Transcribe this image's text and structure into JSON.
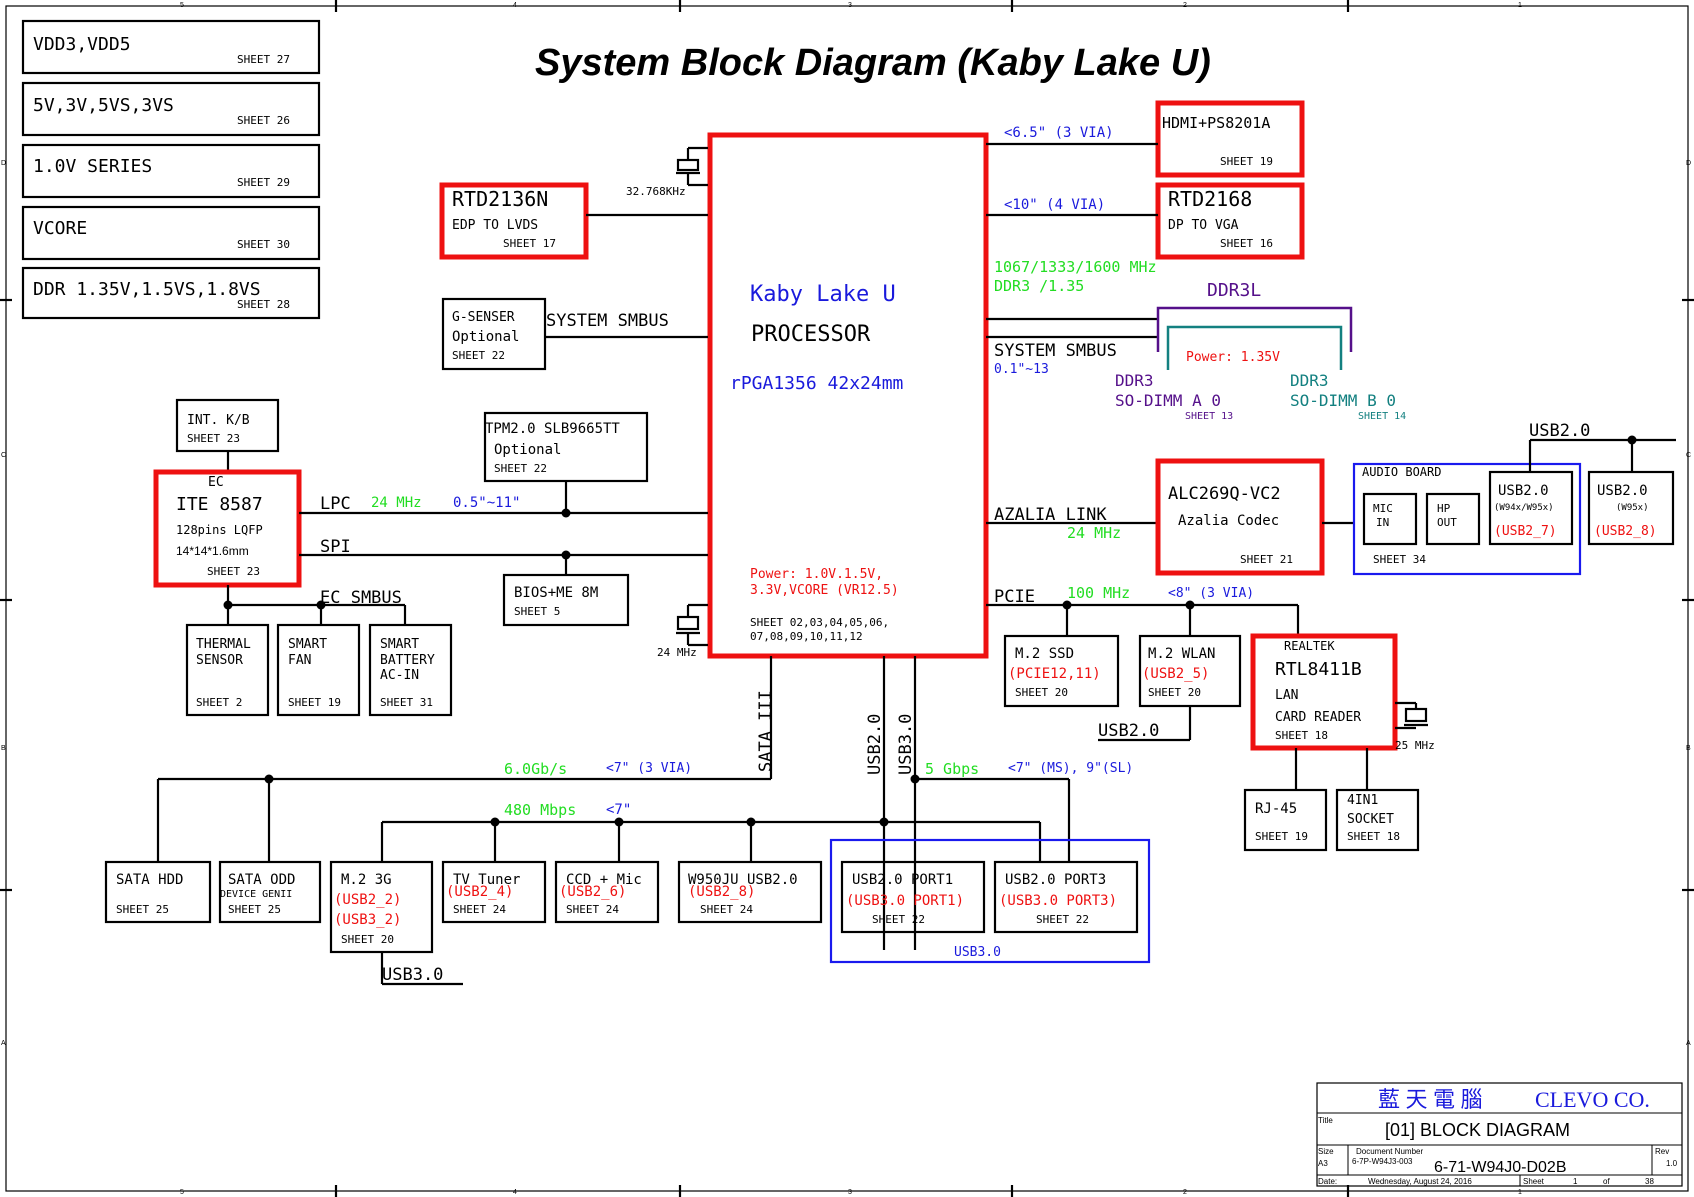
{
  "title": "System Block Diagram (Kaby Lake U)",
  "colors": {
    "red": "#ee1111",
    "blue": "#1a1adc",
    "green": "#22dd22",
    "purple": "#55108a",
    "teal": "#138080",
    "navy": "#111199"
  },
  "border": {
    "top_numbers": [
      "5",
      "4",
      "3",
      "2",
      "1"
    ],
    "bottom_numbers": [
      "5",
      "4",
      "3",
      "2",
      "1"
    ],
    "left_letters": [
      "D",
      "C",
      "B",
      "A"
    ],
    "right_letters": [
      "D",
      "C",
      "B",
      "A"
    ]
  },
  "power": [
    {
      "name": "VDD3,VDD5",
      "sheet": "SHEET 27"
    },
    {
      "name": "5V,3V,5VS,3VS",
      "sheet": "SHEET 26"
    },
    {
      "name": "1.0V SERIES",
      "sheet": "SHEET 29"
    },
    {
      "name": "VCORE",
      "sheet": "SHEET 30"
    },
    {
      "name": "DDR 1.35V,1.5VS,1.8VS",
      "sheet": "SHEET 28"
    }
  ],
  "cpu": {
    "name": "Kaby Lake U",
    "type": "PROCESSOR",
    "package": "rPGA1356 42x24mm",
    "power1": "Power: 1.0V.1.5V,",
    "power2": "3.3V,VCORE (VR12.5)",
    "sheets1": "SHEET 02,03,04,05,06,",
    "sheets2": "07,08,09,10,11,12",
    "xtal_top": "32.768KHz",
    "xtal_bottom": "24 MHz"
  },
  "rtd2136n": {
    "name": "RTD2136N",
    "desc": "EDP TO LVDS",
    "sheet": "SHEET 17"
  },
  "gsensor": {
    "name": "G-SENSER",
    "opt": "Optional",
    "sheet": "SHEET 22",
    "bus": "SYSTEM SMBUS"
  },
  "intkb": {
    "name": "INT. K/B",
    "sheet": "SHEET 23"
  },
  "ec": {
    "label": "EC",
    "name": "ITE 8587",
    "pkg": "128pins LQFP",
    "dim": "14*14*1.6mm",
    "sheet": "SHEET 23"
  },
  "tpm": {
    "name": "TPM2.0 SLB9665TT",
    "opt": "Optional",
    "sheet": "SHEET 22"
  },
  "lpc": {
    "name": "LPC",
    "freq": "24 MHz",
    "len": "0.5\"~11\""
  },
  "spi": "SPI",
  "bios": {
    "name": "BIOS+ME 8M",
    "sheet": "SHEET 5"
  },
  "ecsmbus": "EC SMBUS",
  "thermal": {
    "l1": "THERMAL",
    "l2": "SENSOR",
    "sheet": "SHEET 2"
  },
  "fan": {
    "l1": "SMART",
    "l2": "FAN",
    "sheet": "SHEET 19"
  },
  "battery": {
    "l1": "SMART",
    "l2": "BATTERY",
    "l3": "AC-IN",
    "sheet": "SHEET 31"
  },
  "hdmi": {
    "name": "HDMI+PS8201A",
    "sheet": "SHEET 19",
    "len": "<6.5\" (3 VIA)"
  },
  "rtd2168": {
    "name": "RTD2168",
    "desc": "DP TO VGA",
    "sheet": "SHEET 16",
    "len": "<10\" (4 VIA)"
  },
  "ddr": {
    "freq": "1067/1333/1600 MHz",
    "volt": "DDR3 /1.35",
    "ddr3l": "DDR3L",
    "smbus": "SYSTEM SMBUS",
    "smlen": "0.1\"~13",
    "power": "Power: 1.35V",
    "a1": "DDR3",
    "a2": "SO-DIMM A 0",
    "asheet": "SHEET 13",
    "b1": "DDR3",
    "b2": "SO-DIMM B 0",
    "bsheet": "SHEET 14"
  },
  "azalia": {
    "name": "AZALIA LINK",
    "freq": "24 MHz"
  },
  "codec": {
    "name": "ALC269Q-VC2",
    "desc": "Azalia Codec",
    "sheet": "SHEET 21"
  },
  "audio": {
    "title": "AUDIO BOARD",
    "mic1": "MIC",
    "mic2": "IN",
    "hp1": "HP",
    "hp2": "OUT",
    "sheet": "SHEET 34",
    "usb_name": "USB2.0",
    "usb_model": "(W94x/W95x)",
    "usb_port": "(USB2_7)"
  },
  "usb_right": {
    "top": "USB2.0",
    "name": "USB2.0",
    "model": "(W95x)",
    "port": "(USB2_8)"
  },
  "pcie": {
    "name": "PCIE",
    "freq": "100 MHz",
    "len": "<8\" (3 VIA)"
  },
  "ssd": {
    "name": "M.2 SSD",
    "port": "(PCIE12,11)",
    "sheet": "SHEET 20"
  },
  "wlan": {
    "name": "M.2 WLAN",
    "port": "(USB2_5)",
    "sheet": "SHEET 20",
    "bus": "USB2.0"
  },
  "realtek": {
    "vendor": "REALTEK",
    "name": "RTL8411B",
    "l1": "LAN",
    "l2": "CARD READER",
    "sheet": "SHEET 18",
    "xtal": "25 MHz"
  },
  "rj45": {
    "name": "RJ-45",
    "sheet": "SHEET 19"
  },
  "socket": {
    "l1": "4IN1",
    "l2": "SOCKET",
    "sheet": "SHEET 18"
  },
  "sata": {
    "bus": "SATA III",
    "speed": "6.0Gb/s",
    "len": "<7\" (3 VIA)"
  },
  "usbbus": {
    "usb2": "USB2.0",
    "usb3": "USB3.0",
    "speed": "5 Gbps",
    "len": "<7\" (MS), 9\"(SL)",
    "speed2": "480 Mbps",
    "len2": "<7\""
  },
  "hdd": {
    "name": "SATA HDD",
    "sheet": "SHEET 25"
  },
  "odd": {
    "name": "SATA ODD",
    "desc": "DEVICE GENII",
    "sheet": "SHEET 25"
  },
  "m23g": {
    "name": "M.2 3G",
    "p1": "(USB2_2)",
    "p2": "(USB3_2)",
    "sheet": "SHEET 20",
    "bus": "USB3.0"
  },
  "tv": {
    "name": "TV Tuner",
    "port": "(USB2_4)",
    "sheet": "SHEET 24"
  },
  "ccd": {
    "name": "CCD + Mic",
    "port": "(USB2_6)",
    "sheet": "SHEET 24"
  },
  "w950": {
    "name": "W950JU USB2.0",
    "port": "(USB2_8)",
    "sheet": "SHEET 24"
  },
  "port1": {
    "name": "USB2.0 PORT1",
    "port": "(USB3.0 PORT1)",
    "sheet": "SHEET 22"
  },
  "port3": {
    "name": "USB2.0 PORT3",
    "port": "(USB3.0 PORT3)",
    "sheet": "SHEET 22"
  },
  "usb3group": "USB3.0",
  "titleblock": {
    "company_cn": "藍 天 電 腦",
    "company": "CLEVO CO.",
    "title_label": "Title",
    "title": "[01] BLOCK DIAGRAM",
    "size_label": "Size",
    "size": "A3",
    "docnum_label": "Document Number",
    "docnum_small": "6-7P-W94J3-003",
    "docnum": "6-71-W94J0-D02B",
    "rev_label": "Rev",
    "rev": "1.0",
    "date_label": "Date:",
    "date": "Wednesday, August 24, 2016",
    "sheet_label": "Sheet",
    "sheet": "1",
    "of_label": "of",
    "of": "38"
  }
}
